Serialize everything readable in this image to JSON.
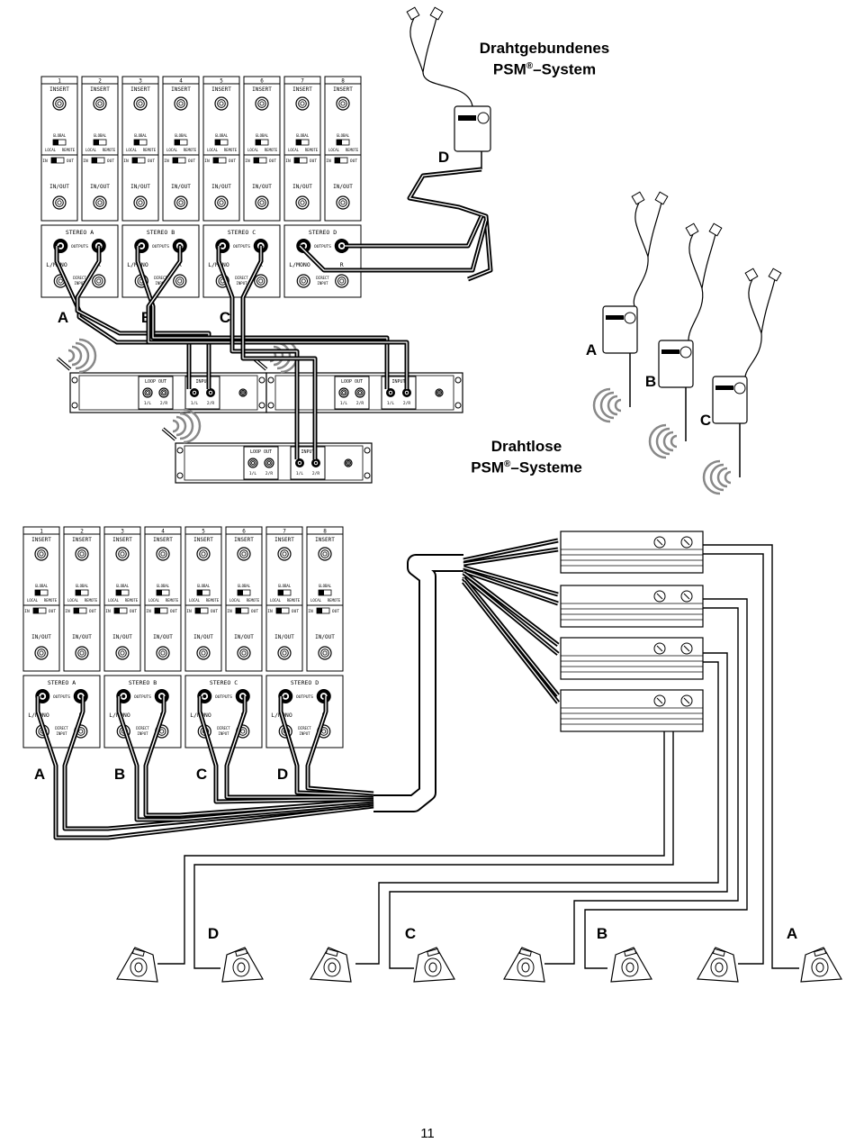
{
  "wired_title": {
    "line1": "Drahtgebundenes",
    "line2_prefix": "PSM",
    "line2_suffix": "–System"
  },
  "wireless_title": {
    "line1": "Drahtlose",
    "line2_prefix": "PSM",
    "line2_suffix": "–Systeme"
  },
  "reg_mark": "®",
  "mixer": {
    "channel_numbers": [
      "1",
      "2",
      "3",
      "4",
      "5",
      "6",
      "7",
      "8"
    ],
    "insert_label": "INSERT",
    "global_label": "GLOBAL",
    "local_label": "LOCAL",
    "remote_label": "REMOTE",
    "in_label": "IN",
    "out_label": "OUT",
    "inout_label": "IN/OUT",
    "stereo_labels": [
      "STEREO A",
      "STEREO B",
      "STEREO C",
      "STEREO D"
    ],
    "outputs_label": "OUTPUTS",
    "lmono_label": "L/MONO",
    "r_label": "R",
    "direct_label": "DIRECT",
    "input_label": "INPUT"
  },
  "transmitter": {
    "loop_out_label": "LOOP OUT",
    "input_label": "INPUT",
    "ch1_label": "1/L",
    "ch2_label": "2/R"
  },
  "letters": [
    "A",
    "B",
    "C",
    "D"
  ],
  "page_number": "11"
}
